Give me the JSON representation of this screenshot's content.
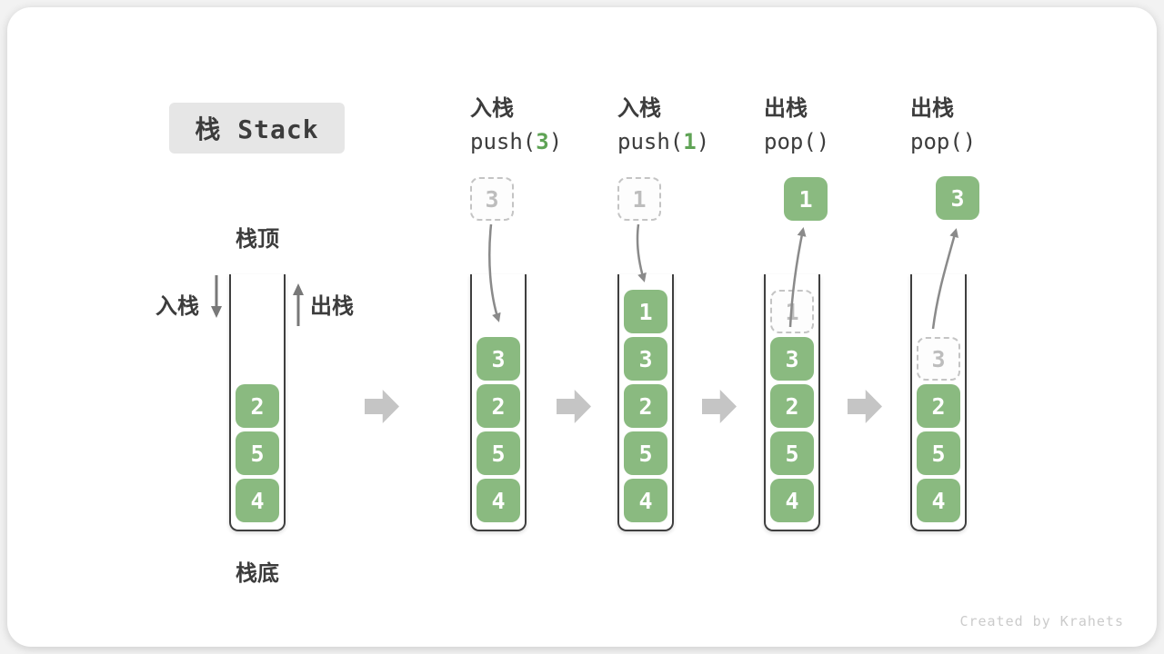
{
  "title": {
    "label": "栈 Stack"
  },
  "legend": {
    "stack_top": "栈顶",
    "stack_bottom": "栈底",
    "push_side": "入栈",
    "pop_side": "出栈"
  },
  "footer": {
    "credit": "Created by Krahets"
  },
  "colors": {
    "card_bg": "#FFFFFF",
    "text_dark": "#3C3C3C",
    "green": "#8ABA80",
    "green_arg": "#5FA355",
    "cell_text": "#FFFFFF",
    "dashed_border": "#C4C4C4",
    "dashed_text": "#BDBDBD",
    "dashed_bg": "#FDFDFD",
    "container_border": "#3F3F3F",
    "flow_arrow": "#C5C5C5",
    "curve_arrow": "#8A8A8A",
    "side_arrow": "#787878",
    "title_bg": "#E6E6E6",
    "footer_text": "#CBCBCB"
  },
  "columns": [
    {
      "id": "initial",
      "cells": [
        {
          "value": "2",
          "style": "solid"
        },
        {
          "value": "5",
          "style": "solid"
        },
        {
          "value": "4",
          "style": "solid"
        }
      ]
    },
    {
      "id": "push-3",
      "header": {
        "line1": "入栈",
        "code_pre": "push(",
        "code_arg": "3",
        "code_post": ")"
      },
      "floating": {
        "value": "3",
        "style": "dashed"
      },
      "cells": [
        {
          "value": "3",
          "style": "solid"
        },
        {
          "value": "2",
          "style": "solid"
        },
        {
          "value": "5",
          "style": "solid"
        },
        {
          "value": "4",
          "style": "solid"
        }
      ]
    },
    {
      "id": "push-1",
      "header": {
        "line1": "入栈",
        "code_pre": "push(",
        "code_arg": "1",
        "code_post": ")"
      },
      "floating": {
        "value": "1",
        "style": "dashed"
      },
      "cells": [
        {
          "value": "1",
          "style": "solid"
        },
        {
          "value": "3",
          "style": "solid"
        },
        {
          "value": "2",
          "style": "solid"
        },
        {
          "value": "5",
          "style": "solid"
        },
        {
          "value": "4",
          "style": "solid"
        }
      ]
    },
    {
      "id": "pop-1",
      "header": {
        "line1": "出栈",
        "code_pre": "pop(",
        "code_arg": "",
        "code_post": ")"
      },
      "floating": {
        "value": "1",
        "style": "solid"
      },
      "cells": [
        {
          "value": "1",
          "style": "dashed"
        },
        {
          "value": "3",
          "style": "solid"
        },
        {
          "value": "2",
          "style": "solid"
        },
        {
          "value": "5",
          "style": "solid"
        },
        {
          "value": "4",
          "style": "solid"
        }
      ]
    },
    {
      "id": "pop-3",
      "header": {
        "line1": "出栈",
        "code_pre": "pop(",
        "code_arg": "",
        "code_post": ")"
      },
      "floating": {
        "value": "3",
        "style": "solid"
      },
      "cells": [
        {
          "value": "3",
          "style": "dashed"
        },
        {
          "value": "2",
          "style": "solid"
        },
        {
          "value": "5",
          "style": "solid"
        },
        {
          "value": "4",
          "style": "solid"
        }
      ]
    }
  ]
}
